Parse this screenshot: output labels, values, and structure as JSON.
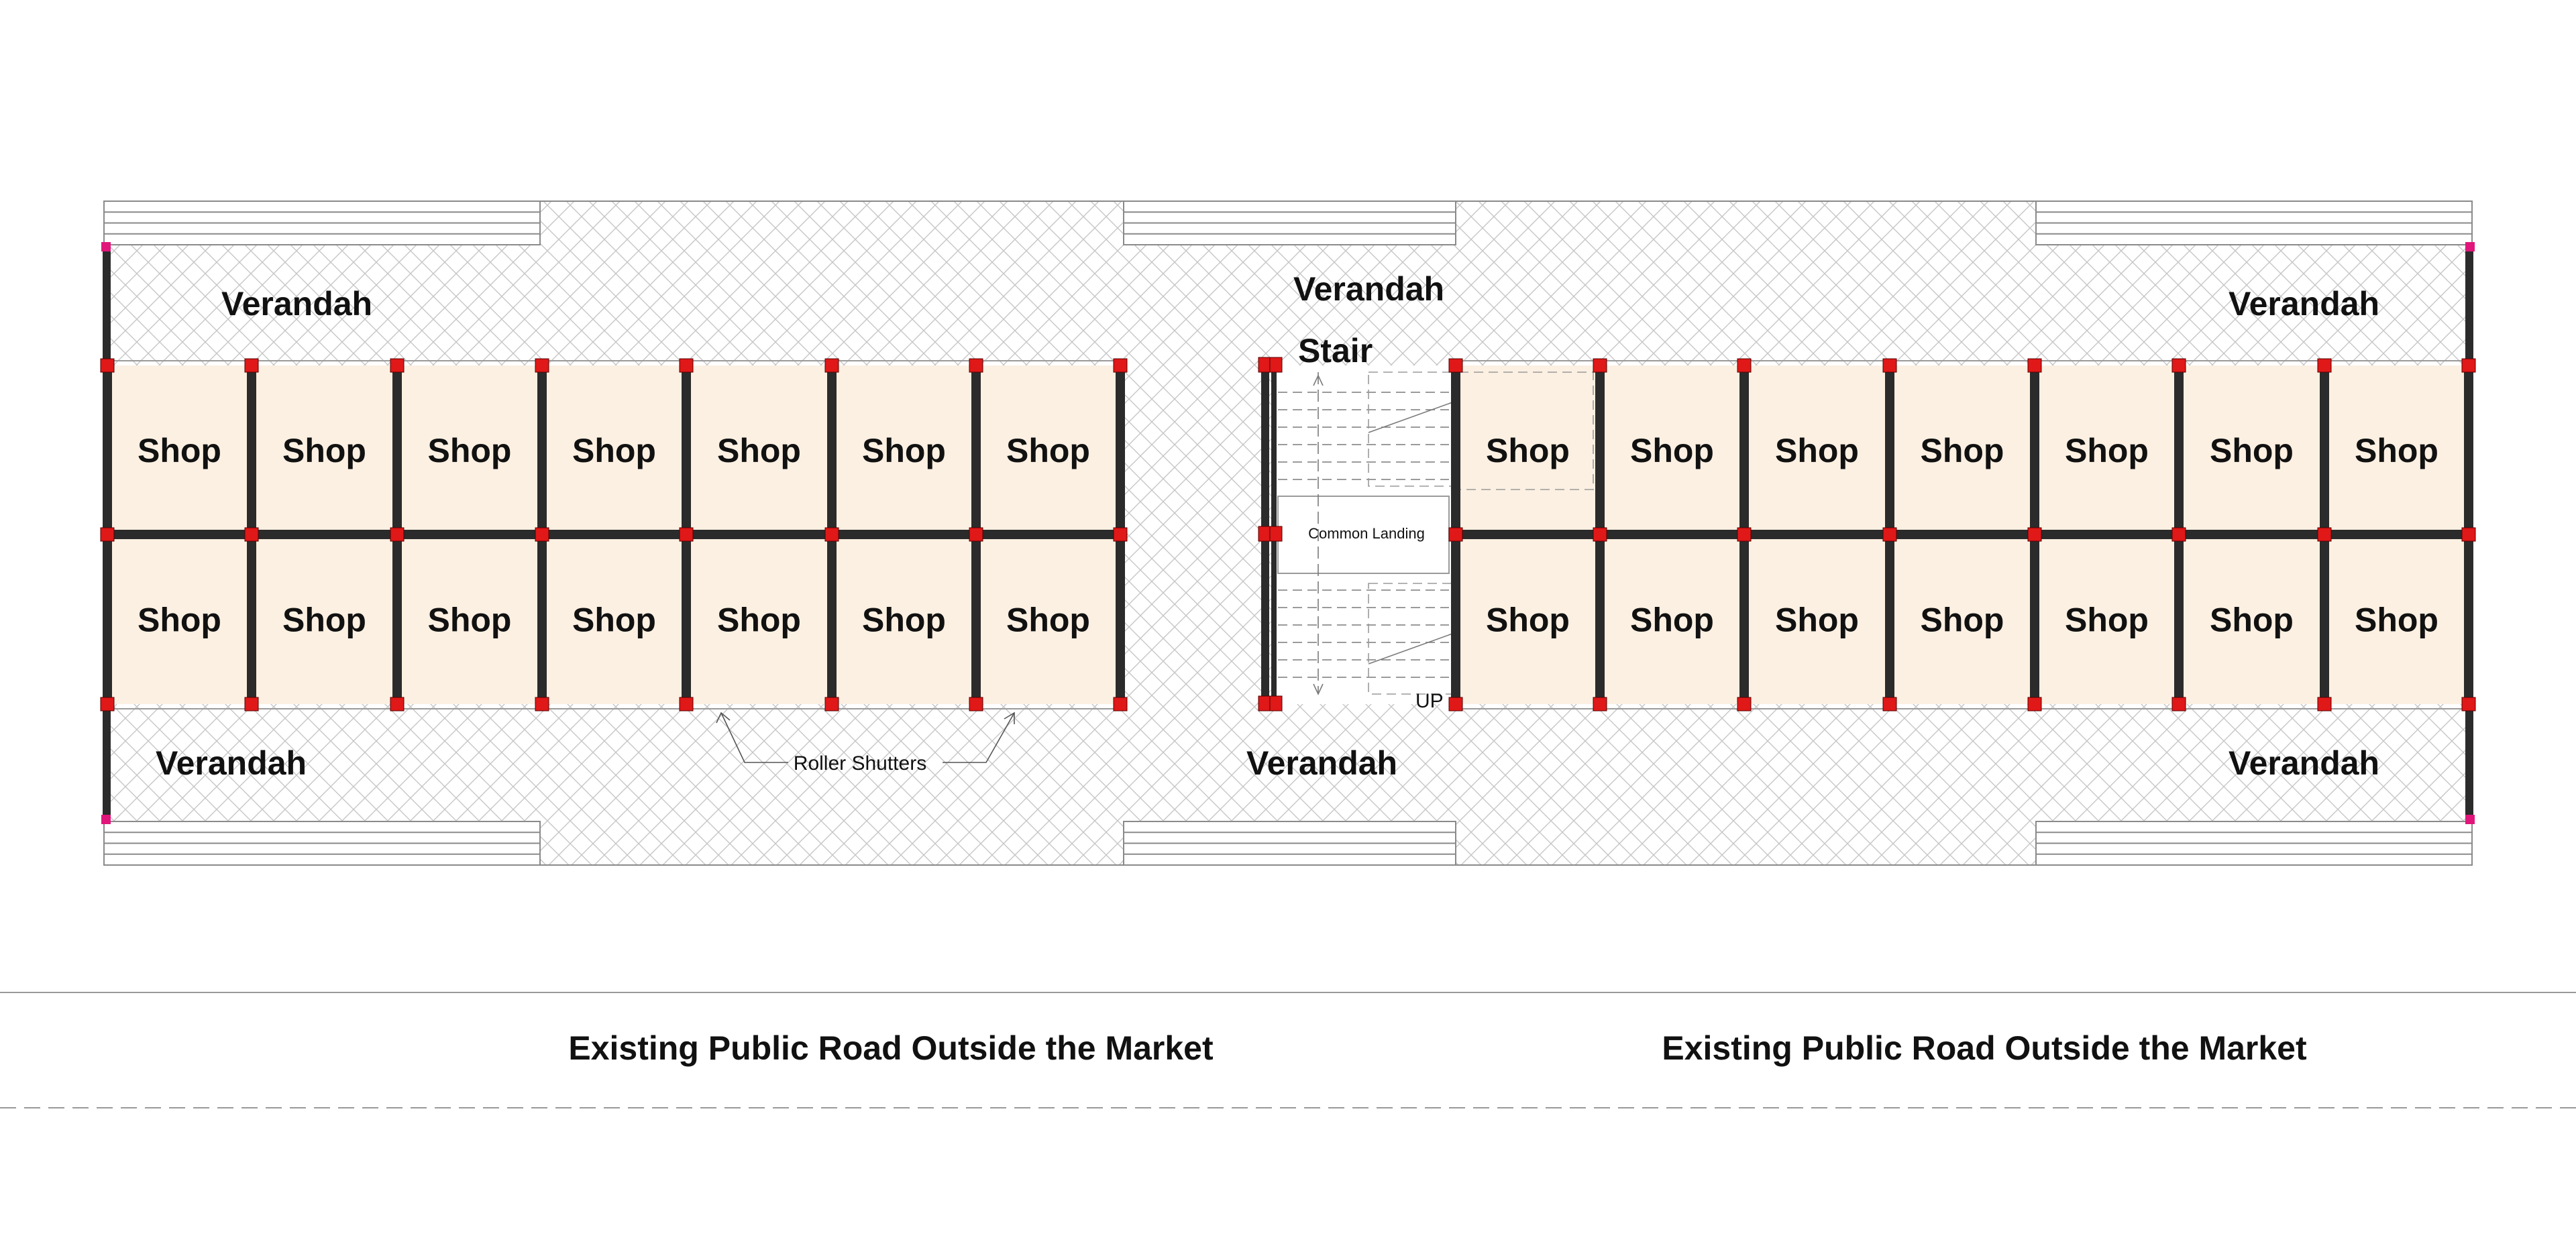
{
  "labels": {
    "verandah": "Verandah",
    "shop": "Shop",
    "stair": "Stair",
    "common_landing": "Common Landing",
    "up": "UP",
    "roller_shutters": "Roller Shutters",
    "road": "Existing Public Road Outside the Market"
  },
  "colors": {
    "shop_fill": "#fcf0e2",
    "wall": "#2b2b2b",
    "column": "#e01818",
    "corner_post": "#e0167a",
    "hatch": "#c6c6c6",
    "outline": "#8a8a8a"
  }
}
